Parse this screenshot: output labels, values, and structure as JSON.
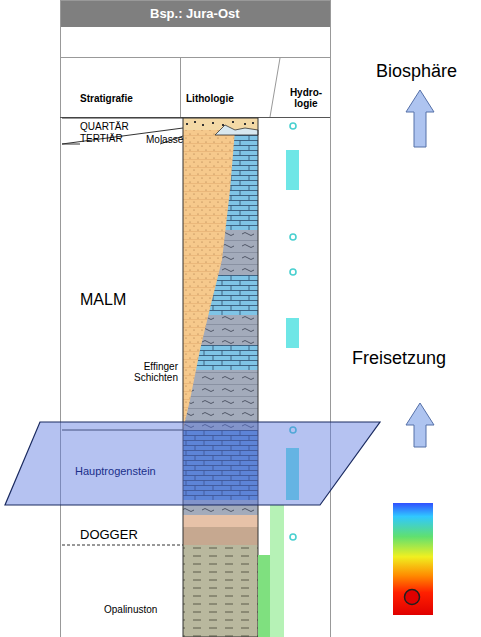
{
  "diagram": {
    "title": "Bsp.: Jura-Ost",
    "labels": [
      "Stratigrafie",
      "Lithologie",
      "Hydro- logie",
      "QUARTÄR",
      "TERTIÄR",
      "Molasse",
      "MALM",
      "Effinger Schichten",
      "Hauptrogenstein",
      "DOGGER",
      "Opalinuston",
      "Biosphäre",
      "Freisetzung"
    ]
  }
}
